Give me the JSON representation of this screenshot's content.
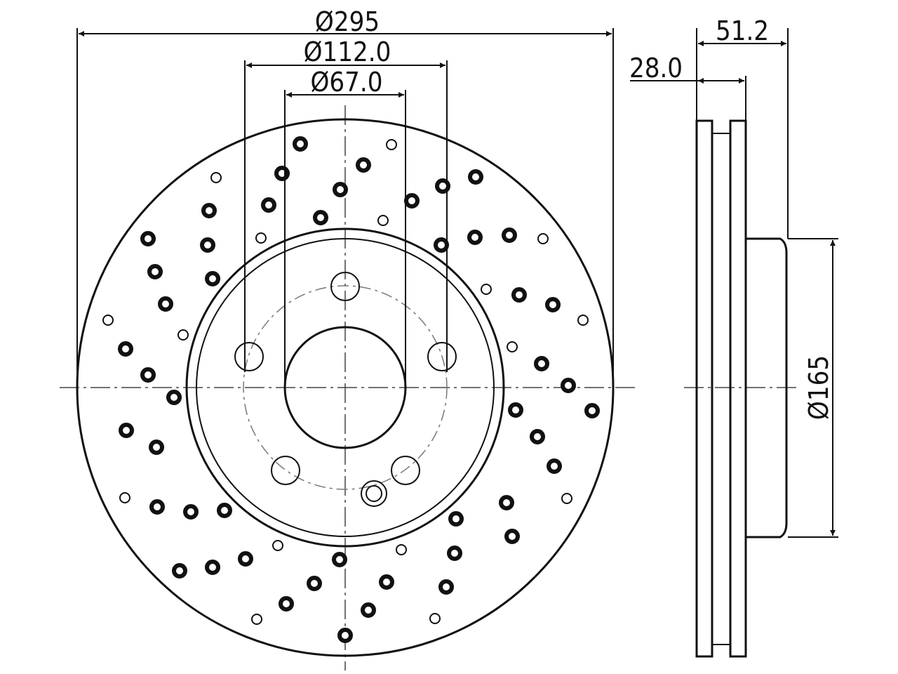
{
  "dimensions": {
    "outer_diameter": "Ø295",
    "bolt_circle": "Ø112.0",
    "center_bore": "Ø67.0",
    "hat_diameter": "Ø165",
    "total_height": "51.2",
    "thickness": "28.0"
  }
}
